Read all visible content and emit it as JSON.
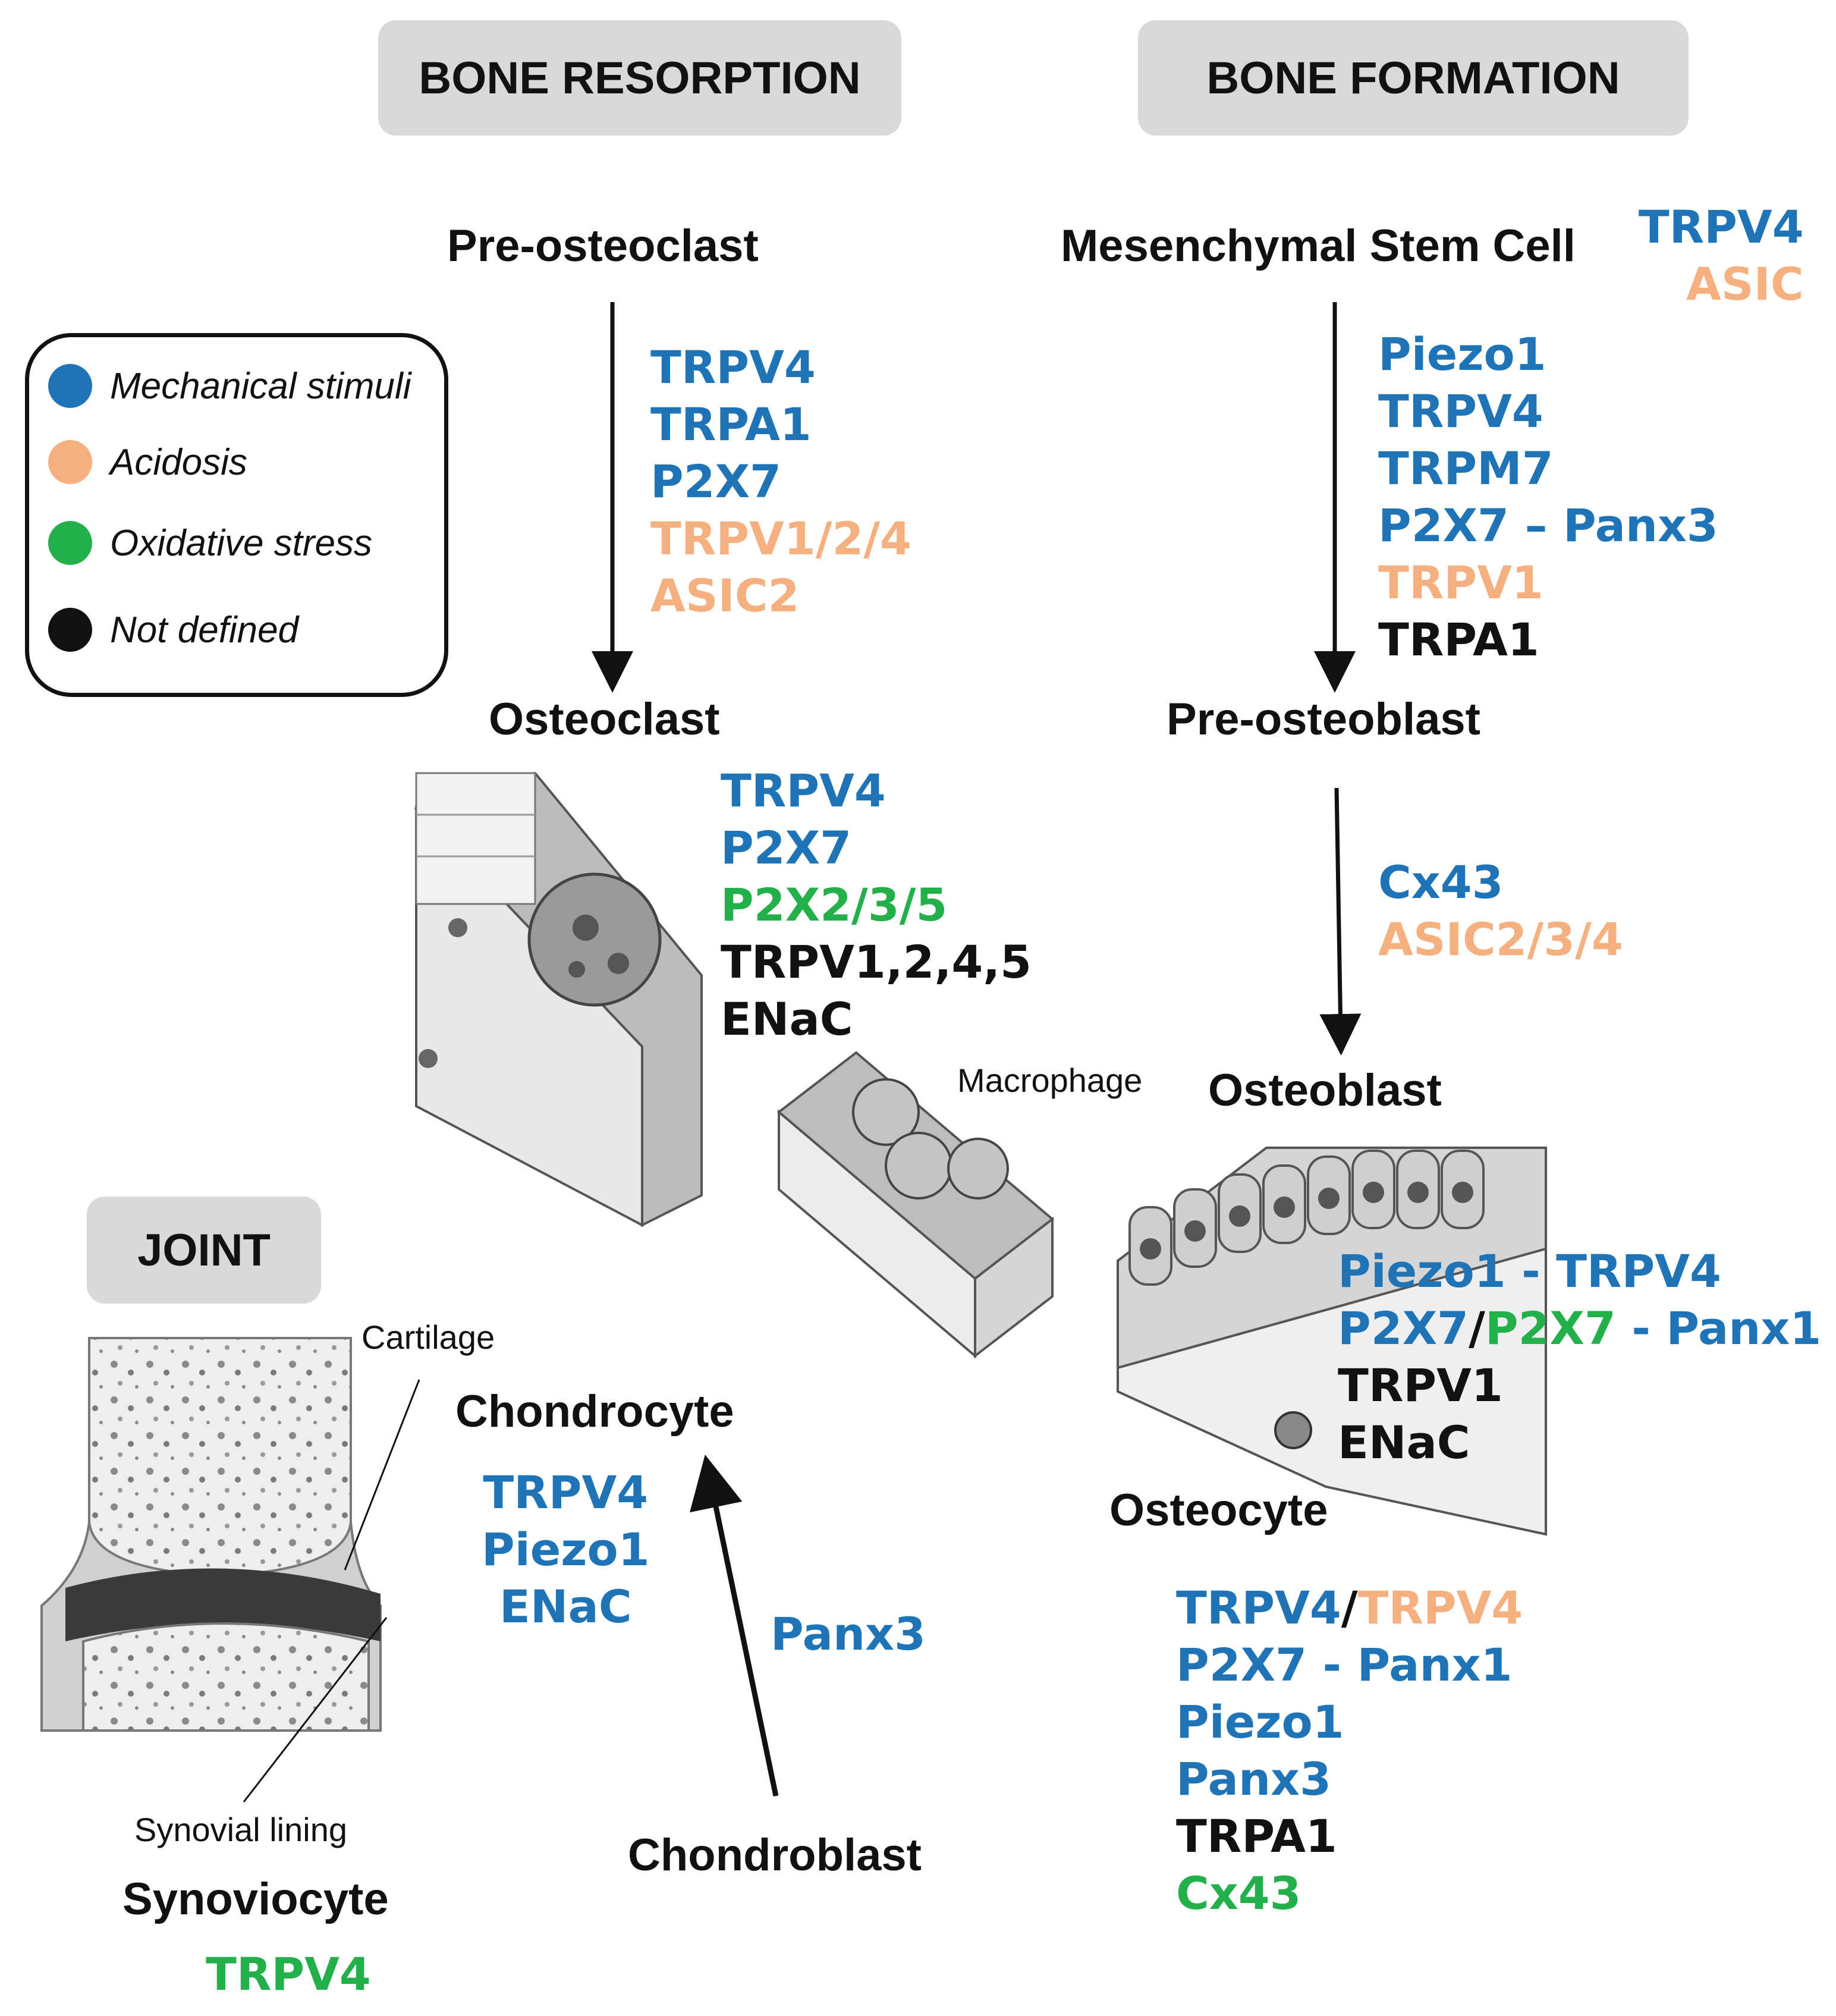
{
  "headers": {
    "resorption": "BONE RESORPTION",
    "formation": "BONE FORMATION",
    "joint": "JOINT"
  },
  "legend": {
    "items": [
      {
        "label": "Mechanical stimuli",
        "color": "#1f74b8"
      },
      {
        "label": "Acidosis",
        "color": "#f6b07f"
      },
      {
        "label": "Oxidative stress",
        "color": "#23b04a"
      },
      {
        "label": "Not defined",
        "color": "#111111"
      }
    ]
  },
  "cells": {
    "pre_osteoclast": "Pre-osteoclast",
    "osteoclast": "Osteoclast",
    "msc": "Mesenchymal Stem Cell",
    "pre_osteoblast": "Pre-osteoblast",
    "osteoblast": "Osteoblast",
    "osteocyte": "Osteocyte",
    "chondrocyte": "Chondrocyte",
    "chondroblast": "Chondroblast",
    "synoviocyte": "Synoviocyte"
  },
  "small_labels": {
    "macrophage": "Macrophage",
    "cartilage": "Cartilage",
    "synovial_lining": "Synovial lining"
  },
  "channels": {
    "pre_osteoclast_to_osteoclast": [
      {
        "text": "TRPV4",
        "class": "blue"
      },
      {
        "text": "TRPA1",
        "class": "blue"
      },
      {
        "text": "P2X7",
        "class": "blue"
      },
      {
        "text": "TRPV1/2/4",
        "class": "peach"
      },
      {
        "text": "ASIC2",
        "class": "peach"
      }
    ],
    "msc_side": [
      {
        "text": "TRPV4",
        "class": "blue"
      },
      {
        "text": "ASIC",
        "class": "peach"
      }
    ],
    "msc_to_pre_osteoblast": [
      {
        "text": "Piezo1",
        "class": "blue"
      },
      {
        "text": "TRPV4",
        "class": "blue"
      },
      {
        "text": "TRPM7",
        "class": "blue"
      },
      {
        "text": "P2X7 – Panx3",
        "class": "blue"
      },
      {
        "text": "TRPV1",
        "class": "peach"
      },
      {
        "text": "TRPA1",
        "class": "black"
      }
    ],
    "osteoclast": [
      {
        "text": "TRPV4",
        "class": "blue"
      },
      {
        "text": "P2X7",
        "class": "blue"
      },
      {
        "text": "P2X2/3/5",
        "class": "green"
      },
      {
        "text": "TRPV1,2,4,5",
        "class": "black"
      },
      {
        "text": "ENaC",
        "class": "black"
      }
    ],
    "pre_osteoblast_to_osteoblast": [
      {
        "text": "Cx43",
        "class": "blue"
      },
      {
        "text": "ASIC2/3/4",
        "class": "peach"
      }
    ],
    "osteoblast": {
      "line1": "Piezo1 - TRPV4",
      "line2_a": "P2X7",
      "line2_sep": "/",
      "line2_b": "P2X7",
      "line2_c": " - Panx1",
      "line3": "TRPV1",
      "line4": "ENaC"
    },
    "osteocyte": {
      "line1_a": "TRPV4",
      "line1_sep": "/",
      "line1_b": "TRPV4",
      "line2": "P2X7 - Panx1",
      "line3": "Piezo1",
      "line4": "Panx3",
      "line5": "TRPA1",
      "line6": "Cx43"
    },
    "chondrocyte": [
      {
        "text": "TRPV4",
        "class": "blue"
      },
      {
        "text": "Piezo1",
        "class": "blue"
      },
      {
        "text": "ENaC",
        "class": "blue"
      }
    ],
    "chondroblast_to_chondrocyte": "Panx3",
    "synoviocyte": "TRPV4"
  }
}
